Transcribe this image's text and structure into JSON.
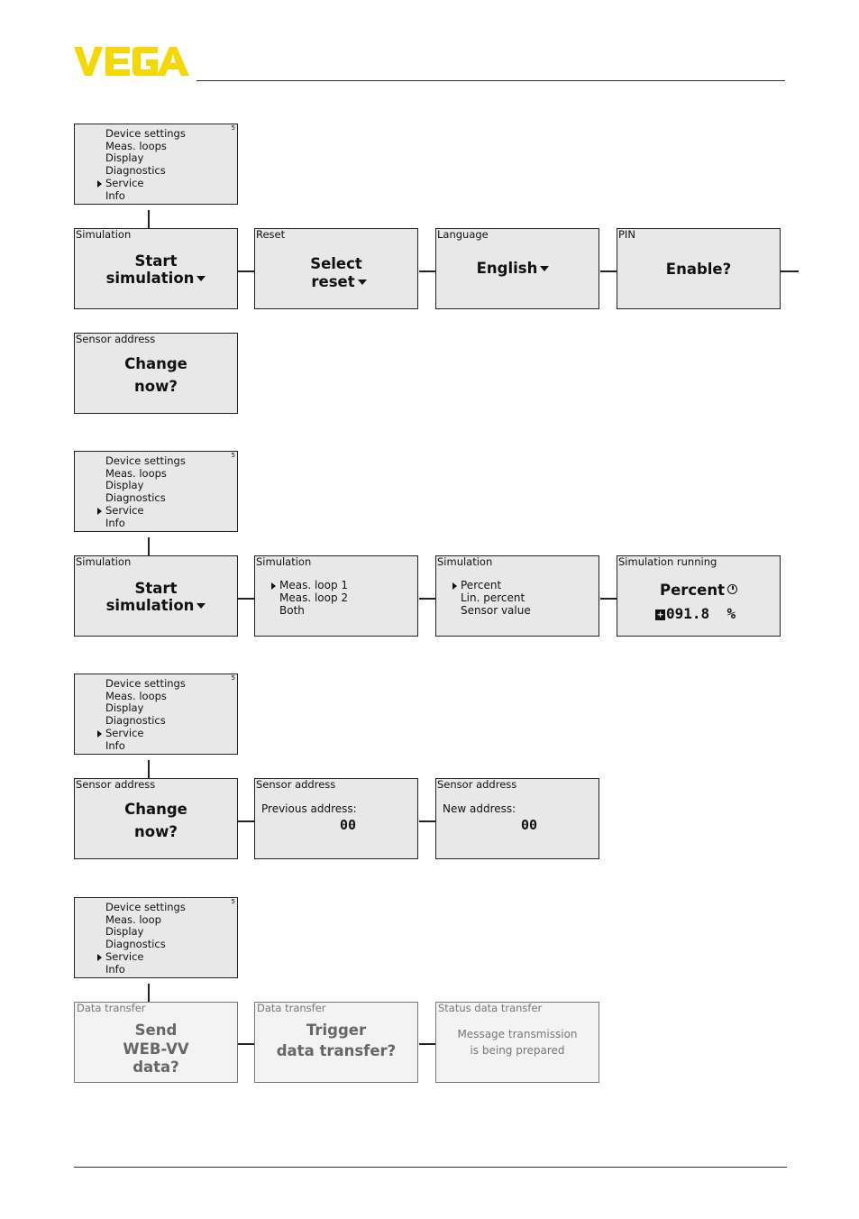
{
  "brand": {
    "logo_text": "VEGA",
    "logo_color": "#f5d800"
  },
  "main_menu": {
    "items": [
      "Device settings",
      "Meas. loops",
      "Display",
      "Diagnostics",
      "Service",
      "Info"
    ],
    "items_alt": [
      "Device settings",
      "Meas. loop",
      "Display",
      "Diagnostics",
      "Service",
      "Info"
    ],
    "page_marker": "5"
  },
  "row1": {
    "simulation": {
      "caption": "Simulation",
      "line1": "Start",
      "line2": "simulation"
    },
    "reset": {
      "caption": "Reset",
      "line1": "Select",
      "line2": "reset"
    },
    "language": {
      "caption": "Language",
      "value": "English"
    },
    "pin": {
      "caption": "PIN",
      "value": "Enable?"
    }
  },
  "sensor_address_single": {
    "caption": "Sensor address",
    "line1": "Change",
    "line2": "now?"
  },
  "row2": {
    "simulation": {
      "caption": "Simulation",
      "line1": "Start",
      "line2": "simulation"
    },
    "loop_select": {
      "caption": "Simulation",
      "items": [
        "Meas. loop 1",
        "Meas. loop 2",
        "Both"
      ]
    },
    "quantity_select": {
      "caption": "Simulation",
      "items": [
        "Percent",
        "Lin. percent",
        "Sensor value"
      ]
    },
    "running": {
      "caption": "Simulation running",
      "label": "Percent",
      "value": "091.8",
      "sign": "+",
      "unit": "%"
    }
  },
  "row3": {
    "change": {
      "caption": "Sensor address",
      "line1": "Change",
      "line2": "now?"
    },
    "previous": {
      "caption": "Sensor address",
      "label": "Previous address:",
      "value": "00"
    },
    "new": {
      "caption": "Sensor address",
      "label": "New address:",
      "value": "00"
    }
  },
  "row4": {
    "send": {
      "caption": "Data transfer",
      "line1": "Send",
      "line2": "WEB-VV",
      "line3": "data?"
    },
    "trigger": {
      "caption": "Data transfer",
      "line1": "Trigger",
      "line2": "data transfer?"
    },
    "status": {
      "caption": "Status data transfer",
      "line1": "Message transmission",
      "line2": "is being prepared"
    }
  }
}
